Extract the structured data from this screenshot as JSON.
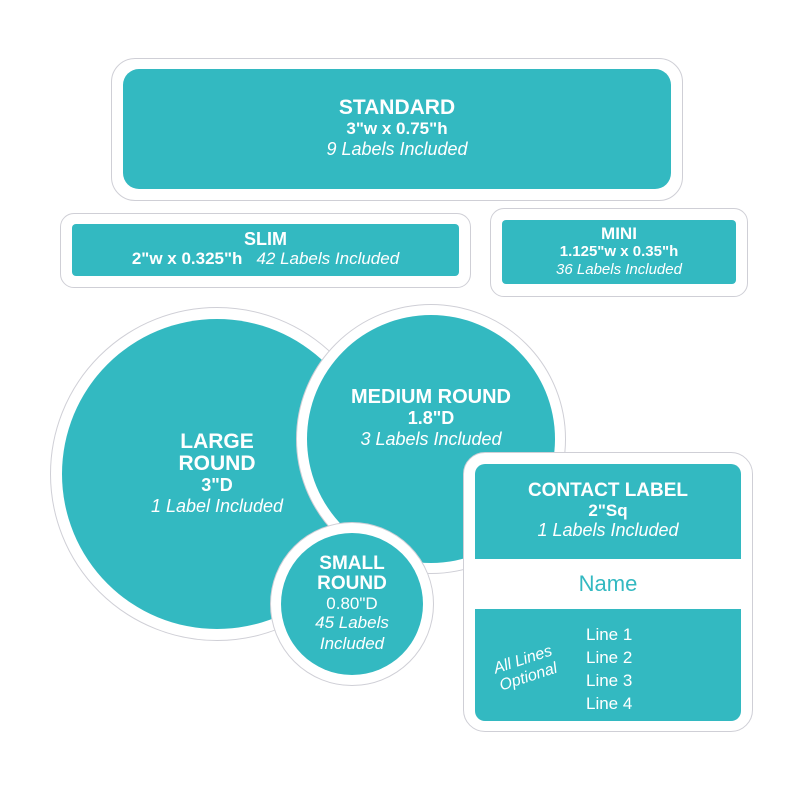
{
  "labels": {
    "standard": {
      "title": "STANDARD",
      "size": "3\"w x 0.75\"h",
      "count": "9 Labels Included"
    },
    "slim": {
      "title": "SLIM",
      "size": "2\"w x 0.325\"h",
      "count": "42 Labels Included"
    },
    "mini": {
      "title": "MINI",
      "size": "1.125\"w x 0.35\"h",
      "count": "36 Labels Included"
    },
    "large_round": {
      "title_line1": "LARGE",
      "title_line2": "ROUND",
      "size": "3\"D",
      "count": "1 Label Included"
    },
    "medium_round": {
      "title": "MEDIUM ROUND",
      "size": "1.8\"D",
      "count": "3 Labels Included"
    },
    "small_round": {
      "title_line1": "SMALL",
      "title_line2": "ROUND",
      "size": "0.80\"D",
      "count_line1": "45 Labels",
      "count_line2": "Included"
    },
    "contact": {
      "title": "CONTACT LABEL",
      "size": "2\"Sq",
      "count": "1 Labels Included",
      "name": "Name",
      "optional_line1": "All Lines",
      "optional_line2": "Optional",
      "lines": [
        "Line 1",
        "Line 2",
        "Line 3",
        "Line 4"
      ]
    }
  },
  "colors": {
    "teal": "#33b9c1",
    "white": "#ffffff",
    "outline": "#cfcfd6"
  }
}
